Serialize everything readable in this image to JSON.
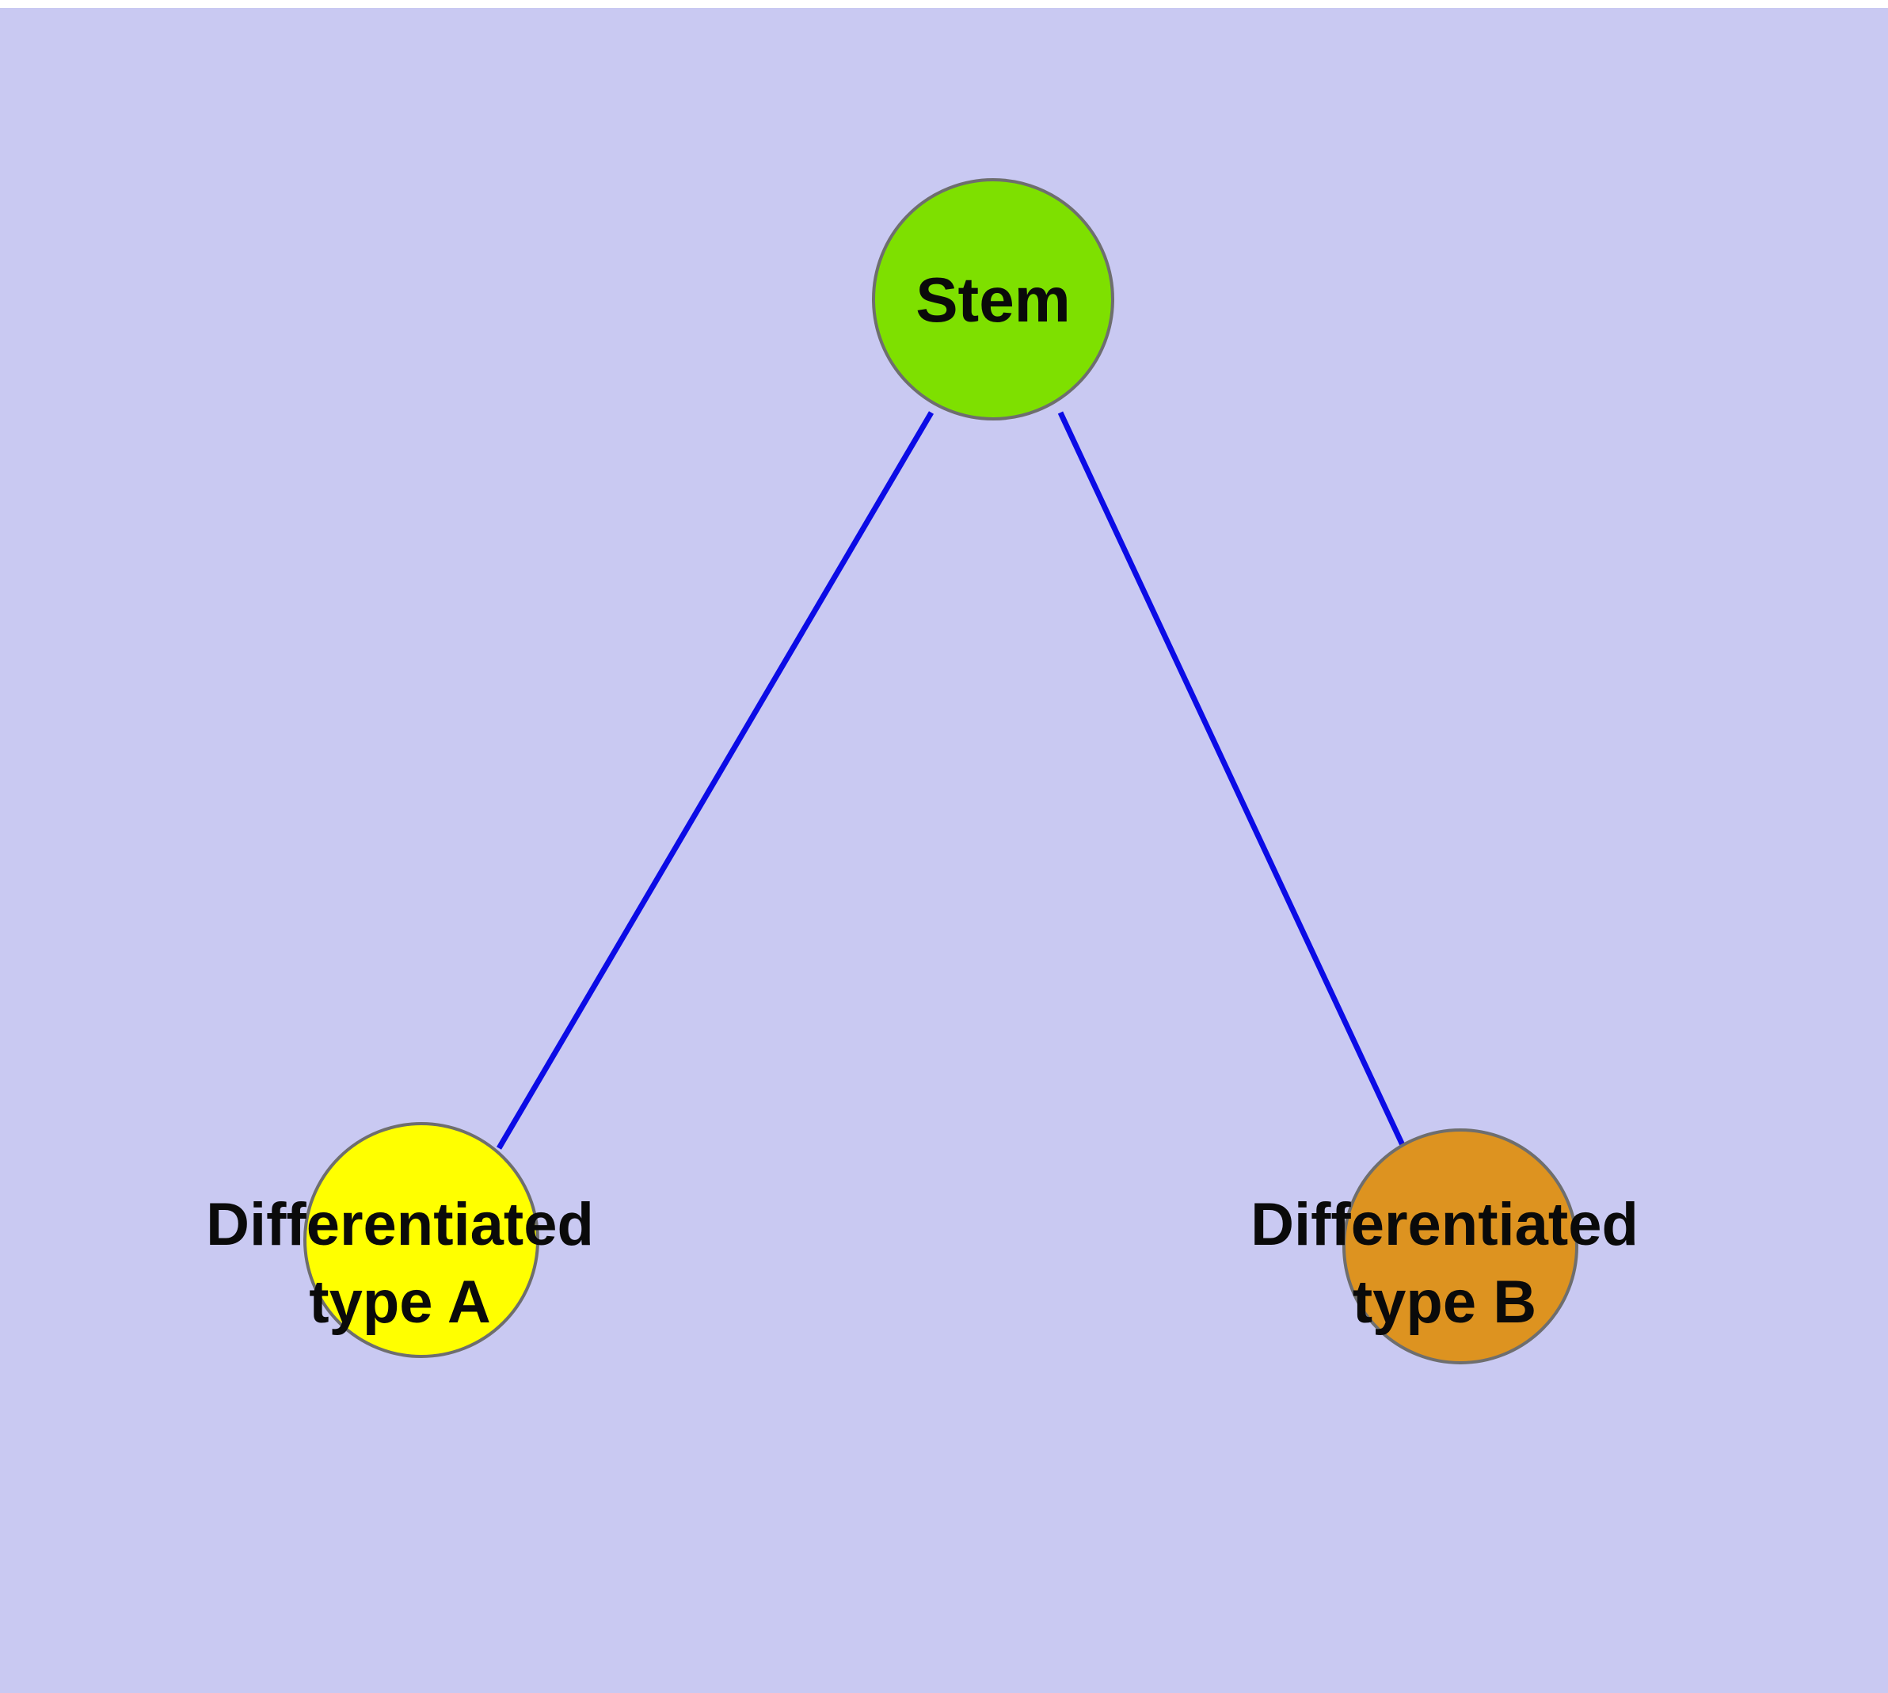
{
  "diagram": {
    "type": "node-link-tree",
    "background_color": "#c9c9f2",
    "edge_color": "#0b0be6",
    "node_border_color": "#6e6e6e",
    "nodes": {
      "stem": {
        "label": "Stem",
        "fill": "#7ee000"
      },
      "type_a": {
        "label_line1": "Differentiated",
        "label_line2": "type A",
        "fill": "#ffff00"
      },
      "type_b": {
        "label_line1": "Differentiated",
        "label_line2": "type B",
        "fill": "#dd9320"
      }
    },
    "edges": [
      {
        "from": "Stem",
        "to": "Differentiated type A"
      },
      {
        "from": "Stem",
        "to": "Differentiated type B"
      }
    ]
  }
}
